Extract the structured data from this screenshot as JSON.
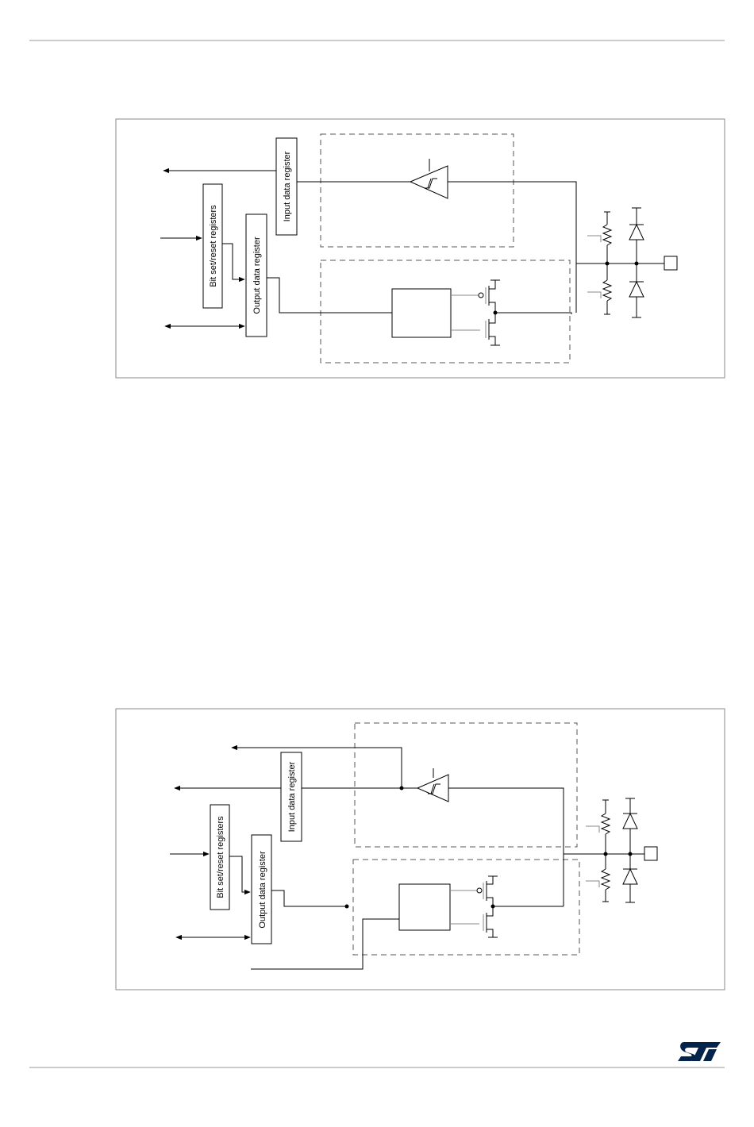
{
  "diagram1": {
    "input_data_register": "Input data register",
    "bit_set_reset_registers": "Bit set/reset registers",
    "output_data_register": "Output data register"
  },
  "diagram2": {
    "input_data_register": "Input data register",
    "bit_set_reset_registers": "Bit set/reset registers",
    "output_data_register": "Output data register"
  },
  "footer": {
    "logo_icon": "st-logo-icon",
    "logo_color": "#03234b"
  },
  "colors": {
    "line": "#000000",
    "dashed_box": "#555555",
    "frame": "#888888"
  }
}
